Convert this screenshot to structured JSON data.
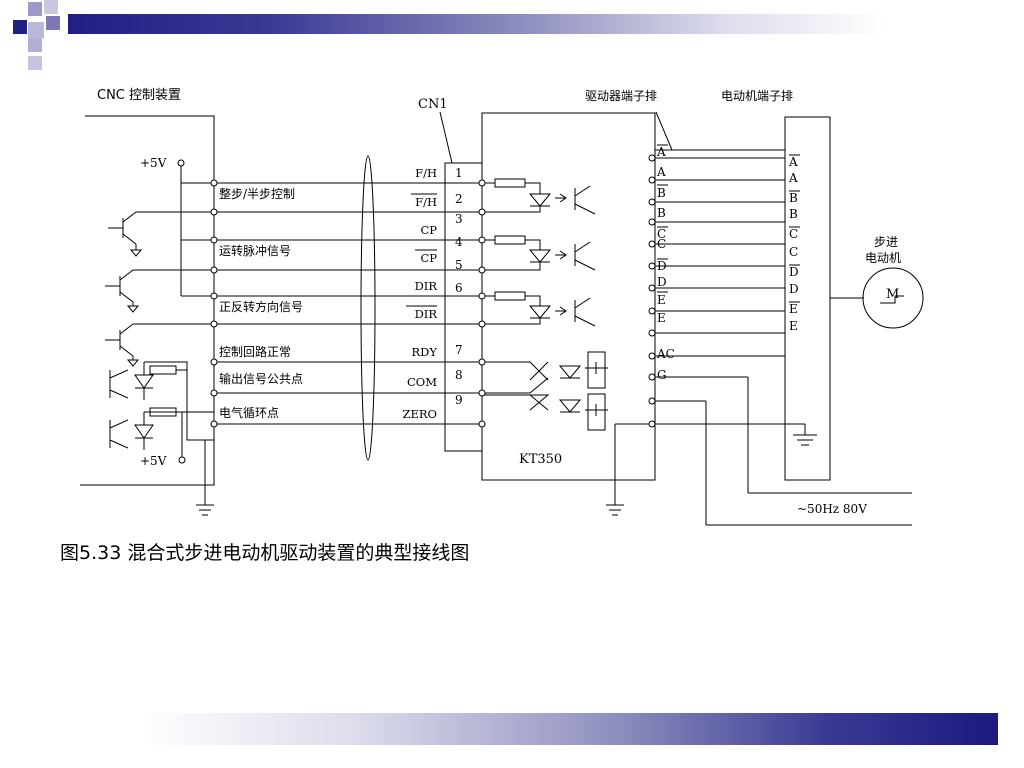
{
  "colors": {
    "accent_dark": "#1f1f84",
    "accent_mid": "#7a7ab8",
    "line": "#000000"
  },
  "diagram": {
    "cnc_title": "CNC 控制装置",
    "cn1": "CN1",
    "driver_terminal": "驱动器端子排",
    "motor_terminal": "电动机端子排",
    "motor_title_1": "步进",
    "motor_title_2": "电动机",
    "motor_symbol": "M",
    "supply_top": "+5V",
    "supply_bottom": "+5V",
    "left_labels": [
      "整步/半步控制",
      "运转脉冲信号",
      "正反转方向信号",
      "控制回路正常",
      "输出信号公共点",
      "电气循环点"
    ],
    "cn1_signals": [
      "F/H",
      "F/H",
      "CP",
      "CP",
      "DIR",
      "DIR",
      "RDY",
      "COM",
      "ZERO"
    ],
    "cn1_pins": [
      "1",
      "2",
      "3",
      "4",
      "5",
      "6",
      "7",
      "8",
      "9"
    ],
    "driver_model": "KT350",
    "driver_terms": [
      "A",
      "A",
      "B",
      "B",
      "C",
      "C",
      "D",
      "D",
      "E",
      "E",
      "AC",
      "G"
    ],
    "motor_terms": [
      "A",
      "A",
      "B",
      "B",
      "C",
      "C",
      "D",
      "D",
      "E",
      "E"
    ],
    "power_label": "~50Hz   80V"
  },
  "caption": "图5.33  混合式步进电动机驱动装置的典型接线图"
}
